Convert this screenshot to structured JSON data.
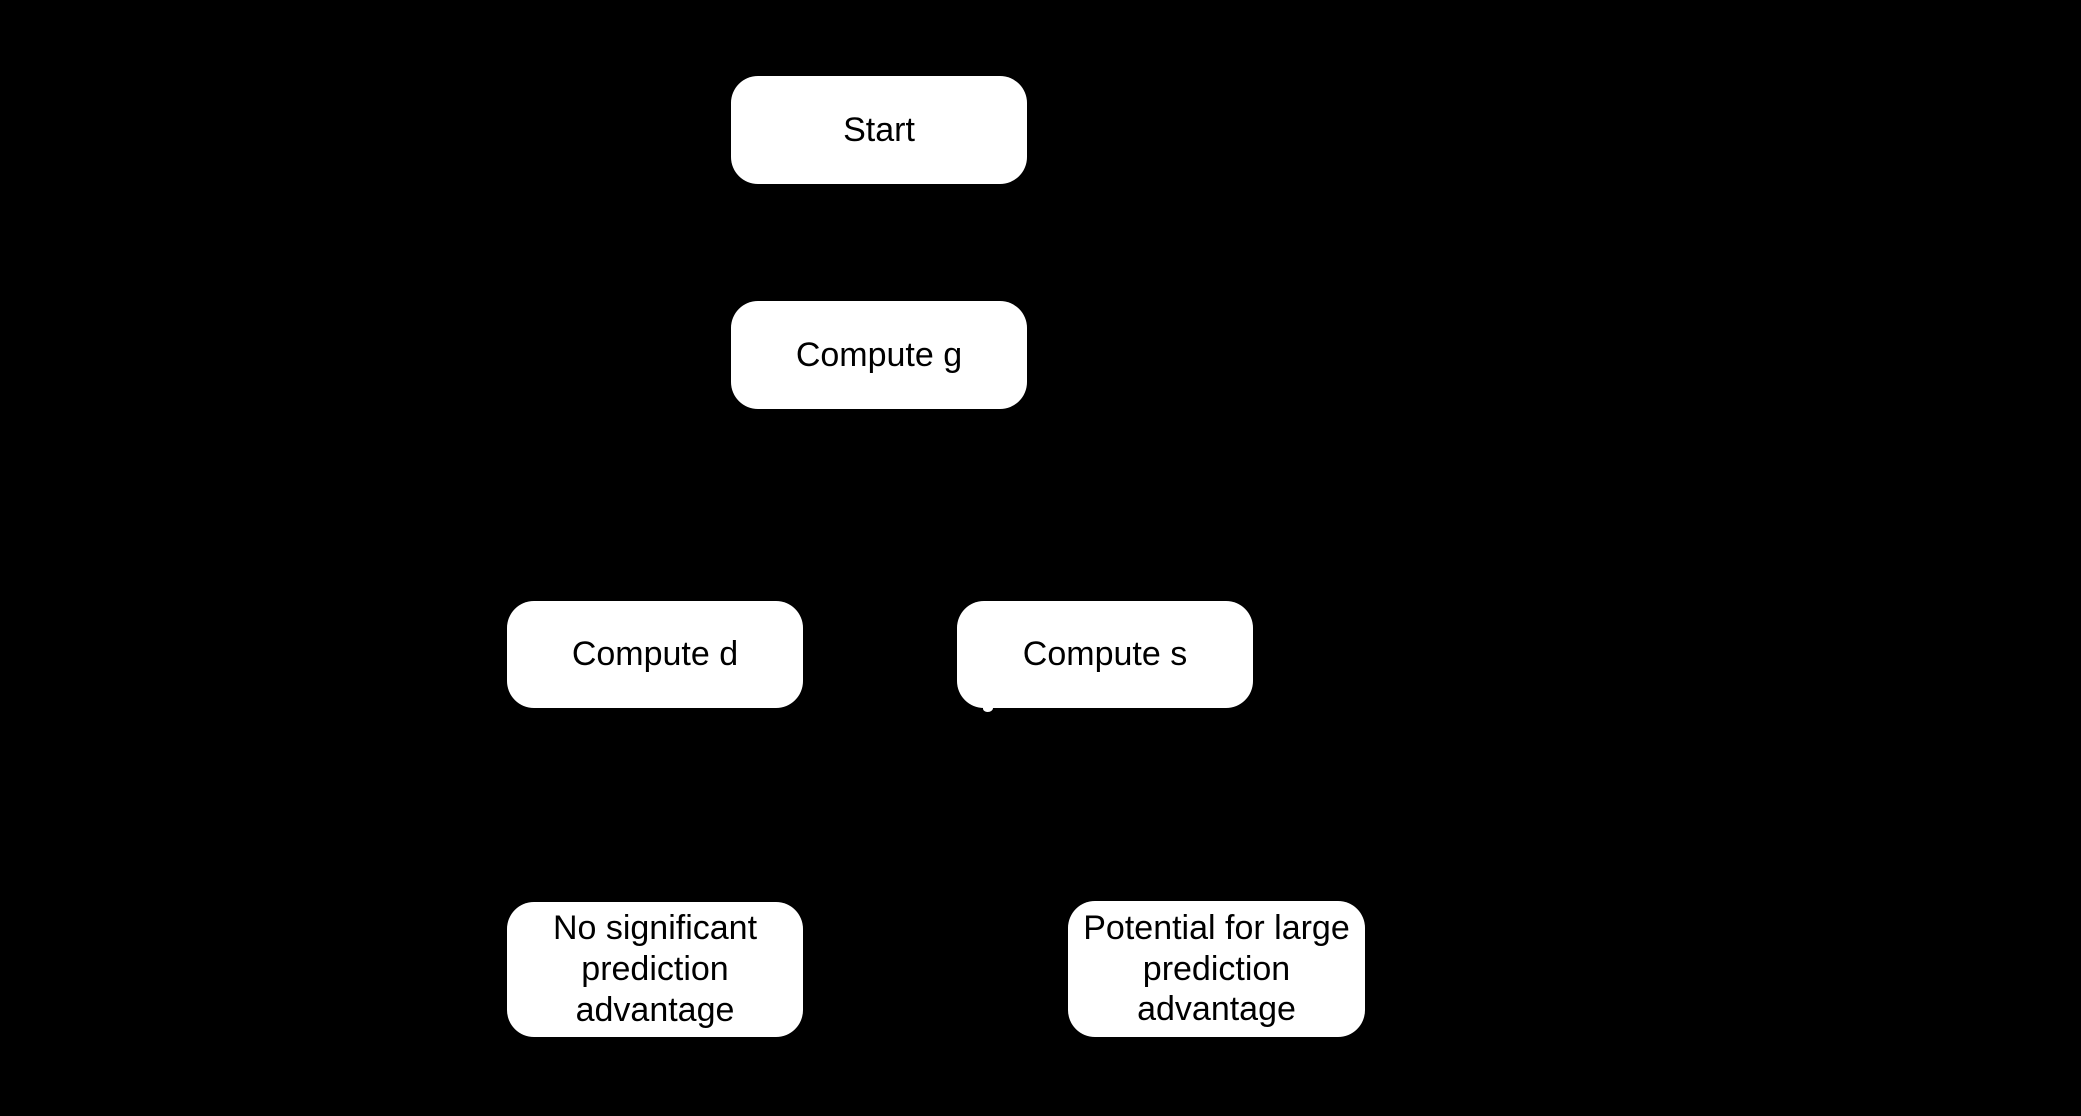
{
  "diagram": {
    "type": "flowchart",
    "background_color": "#000000",
    "node_fill_color": "#ffffff",
    "node_text_color": "#000000",
    "nodes": {
      "start": {
        "label": "Start"
      },
      "compute_g": {
        "label": "Compute g"
      },
      "compute_d": {
        "label": "Compute d"
      },
      "compute_s": {
        "label": "Compute s"
      },
      "no_significant": {
        "label": "No significant prediction advantage"
      },
      "potential_large": {
        "label": "Potential for large prediction advantage"
      }
    }
  }
}
